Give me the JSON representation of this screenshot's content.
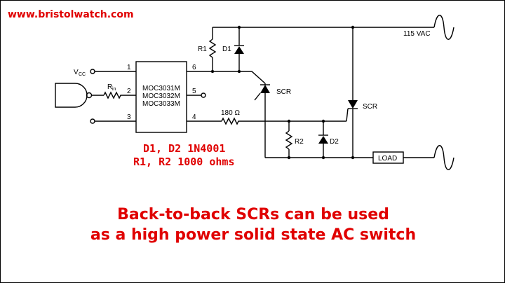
{
  "header": {
    "url": "www.bristolwatch.com"
  },
  "ic": {
    "parts": [
      "MOC3031M",
      "MOC3032M",
      "MOC3033M"
    ],
    "pins": [
      "1",
      "2",
      "3",
      "6",
      "5",
      "4"
    ]
  },
  "labels": {
    "vcc_main": "V",
    "vcc_sub": "CC",
    "rin_main": "R",
    "rin_sub": "in",
    "r1": "R1",
    "d1": "D1",
    "r2": "R2",
    "d2": "D2",
    "scr_top": "SCR",
    "scr_right": "SCR",
    "resistor_180": "180 Ω",
    "ac_supply": "115 VAC",
    "load": "LOAD"
  },
  "notes": [
    "D1, D2 1N4001",
    "R1, R2 1000 ohms"
  ],
  "caption": [
    "Back-to-back SCRs can be used",
    "as a high power solid state AC switch"
  ],
  "colors": {
    "accent_text": "#e00000",
    "line": "#000000",
    "background": "#ffffff"
  }
}
